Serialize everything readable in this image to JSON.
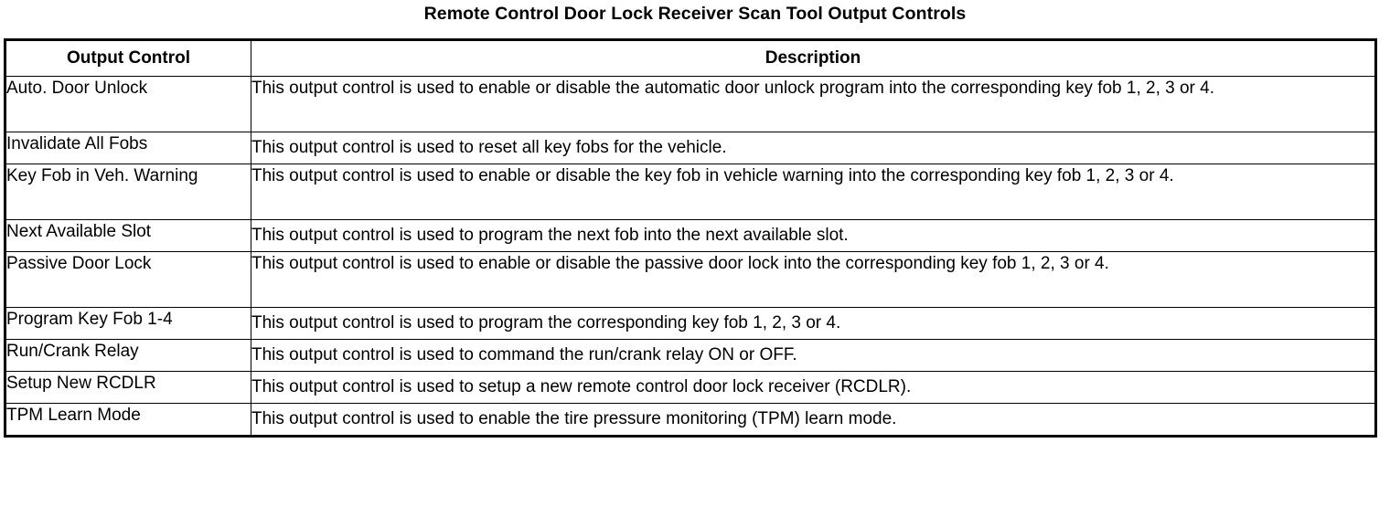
{
  "title": "Remote Control Door Lock Receiver Scan Tool Output Controls",
  "table": {
    "columns": [
      {
        "key": "output_control",
        "header": "Output Control"
      },
      {
        "key": "description",
        "header": "Description"
      }
    ],
    "rows": [
      {
        "output_control": "Auto. Door Unlock",
        "description": "This output control is used to enable or disable the automatic door unlock program into the corresponding key fob 1, 2, 3 or 4.",
        "lines": 2
      },
      {
        "output_control": "Invalidate All Fobs",
        "description": "This output control is used to reset all key fobs for the vehicle.",
        "lines": 1
      },
      {
        "output_control": "Key Fob in Veh. Warning",
        "description": "This output control is used to enable or disable the key fob in vehicle warning into the corresponding key fob 1, 2, 3 or 4.",
        "lines": 2
      },
      {
        "output_control": "Next Available Slot",
        "description": "This output control is used to program the next fob into the next available slot.",
        "lines": 1
      },
      {
        "output_control": "Passive Door Lock",
        "description": "This output control is used to enable or disable the passive door lock into the corresponding key fob 1, 2, 3 or 4.",
        "lines": 2
      },
      {
        "output_control": "Program Key Fob 1-4",
        "description": "This output control is used to program the corresponding key fob 1, 2, 3 or 4.",
        "lines": 1
      },
      {
        "output_control": "Run/Crank Relay",
        "description": "This output control is used to command the run/crank relay ON or OFF.",
        "lines": 1
      },
      {
        "output_control": "Setup New RCDLR",
        "description": "This output control is used to setup a new remote control door lock receiver (RCDLR).",
        "lines": 1
      },
      {
        "output_control": "TPM Learn Mode",
        "description": "This output control is used to enable the tire pressure monitoring (TPM) learn mode.",
        "lines": 1
      }
    ]
  },
  "colors": {
    "text": "#000000",
    "background": "#ffffff",
    "border": "#000000"
  }
}
